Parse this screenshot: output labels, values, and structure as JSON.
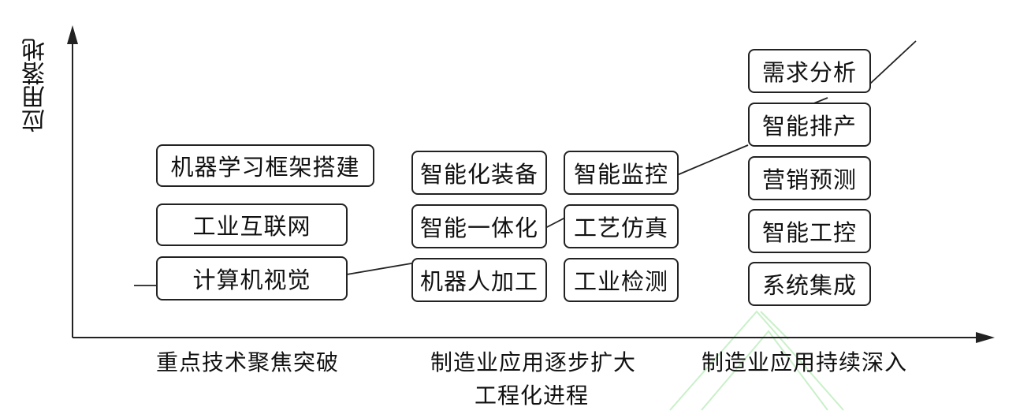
{
  "axis": {
    "y_label": "应用落地",
    "x_label": "工程化进程"
  },
  "stages": [
    "重点技术聚焦突破",
    "制造业应用逐步扩大",
    "制造业应用持续深入"
  ],
  "stage1": [
    "机器学习框架搭建",
    "工业互联网",
    "计算机视觉"
  ],
  "stage2_left": [
    "智能化装备",
    "智能一体化",
    "机器人加工"
  ],
  "stage2_right": [
    "智能监控",
    "工艺仿真",
    "工业检测"
  ],
  "stage3": [
    "需求分析",
    "智能排产",
    "营销预测",
    "智能工控",
    "系统集成"
  ],
  "colors": {
    "line": "#222222",
    "watermark": "#c9f0c9"
  }
}
